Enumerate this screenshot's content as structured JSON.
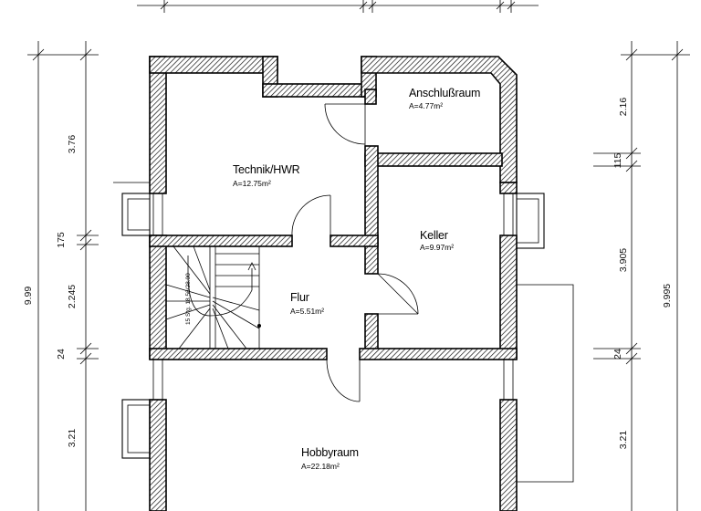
{
  "rooms": {
    "technik": {
      "name": "Technik/HWR",
      "area": "A=12.75m²"
    },
    "anschluss": {
      "name": "Anschlußraum",
      "area": "A=4.77m²"
    },
    "keller": {
      "name": "Keller",
      "area": "A=9.97m²"
    },
    "flur": {
      "name": "Flur",
      "area": "A=5.51m²"
    },
    "hobby": {
      "name": "Hobbyraum",
      "area": "A=22.18m²"
    }
  },
  "stair": {
    "label": "15 Stg. 18.56/28.00"
  },
  "dimensions": {
    "left": {
      "d1": "3.76",
      "d2": "175",
      "d3": "2.245",
      "d4": "24",
      "d5": "3.21",
      "total": "9.99"
    },
    "right": {
      "d1": "2.16",
      "d2": "115",
      "d3": "3.905",
      "d4": "24",
      "d5": "3.21",
      "total": "9.995"
    }
  }
}
